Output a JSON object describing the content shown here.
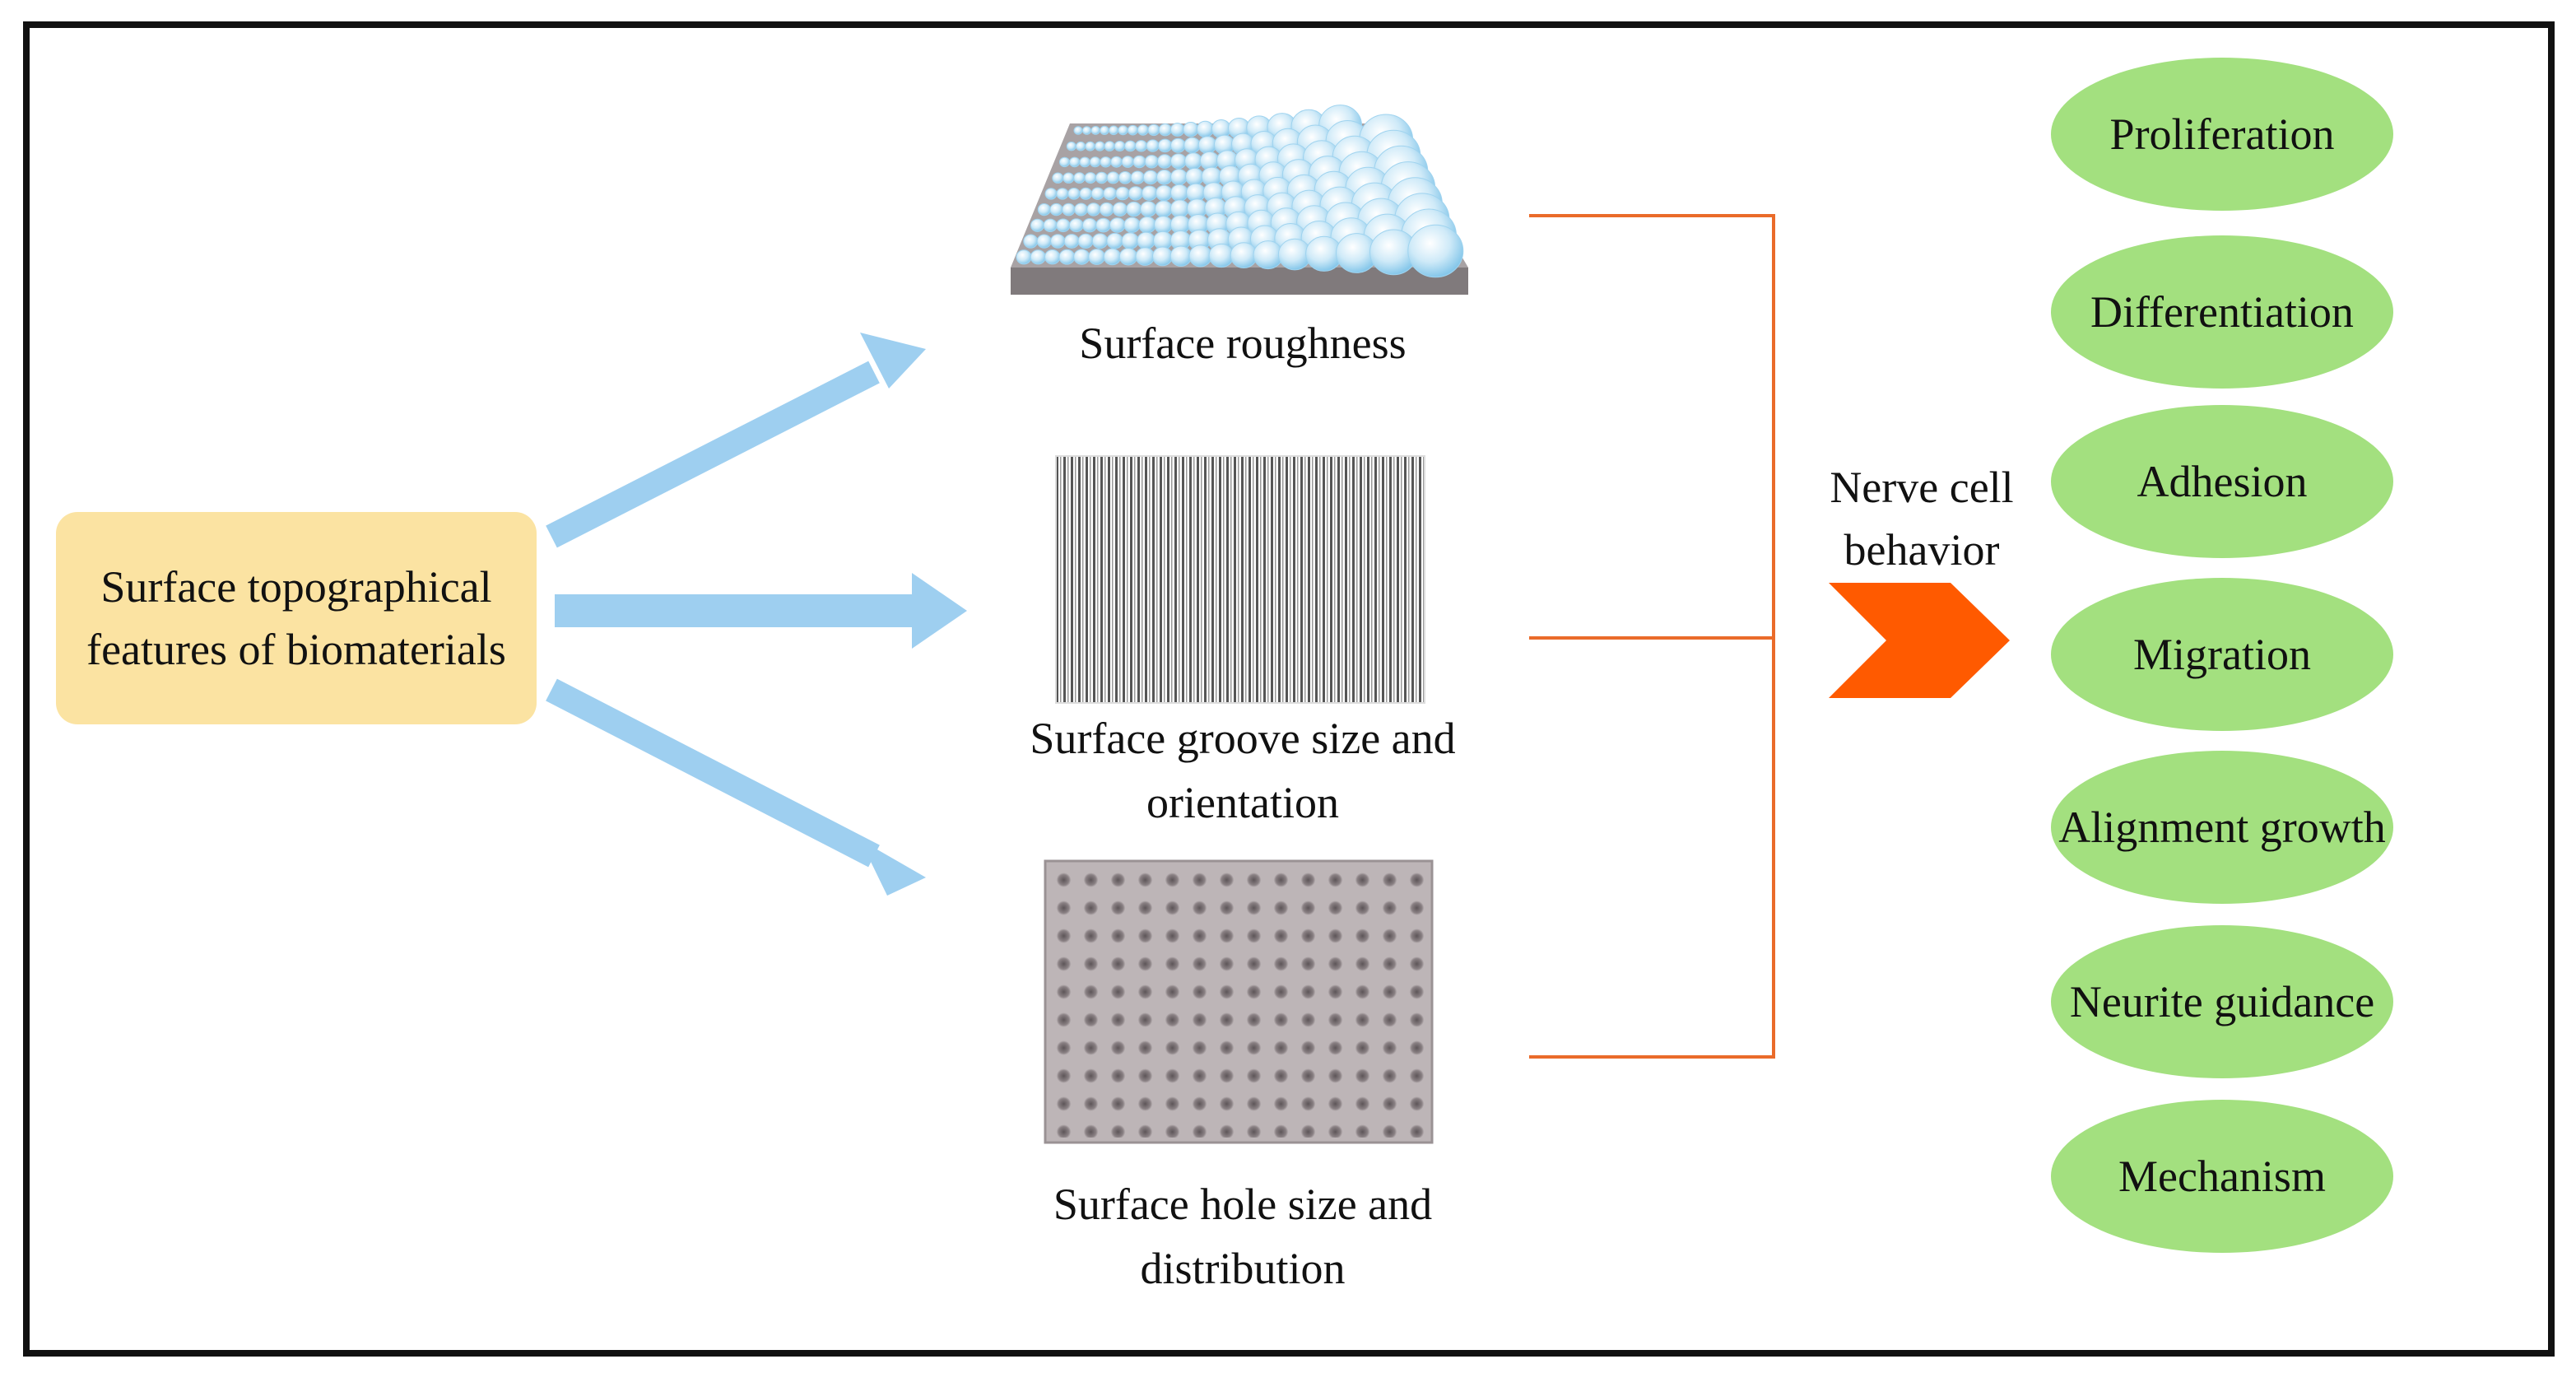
{
  "source": {
    "label": "Surface topographical features of biomaterials"
  },
  "features": [
    {
      "id": "roughness",
      "label": "Surface roughness"
    },
    {
      "id": "groove",
      "label": "Surface groove size and orientation"
    },
    {
      "id": "hole",
      "label": "Surface hole size and distribution"
    }
  ],
  "behavior": {
    "label": "Nerve cell behavior"
  },
  "outcomes": [
    "Proliferation",
    "Differentiation",
    "Adhesion",
    "Migration",
    "Alignment growth",
    "Neurite guidance",
    "Mechanism"
  ],
  "colors": {
    "arrow": "#9ecff0",
    "connector": "#ea6b2a",
    "chevron": "#ff5a00",
    "source_box": "#fbe3a2",
    "oval": "#a3e07f"
  }
}
